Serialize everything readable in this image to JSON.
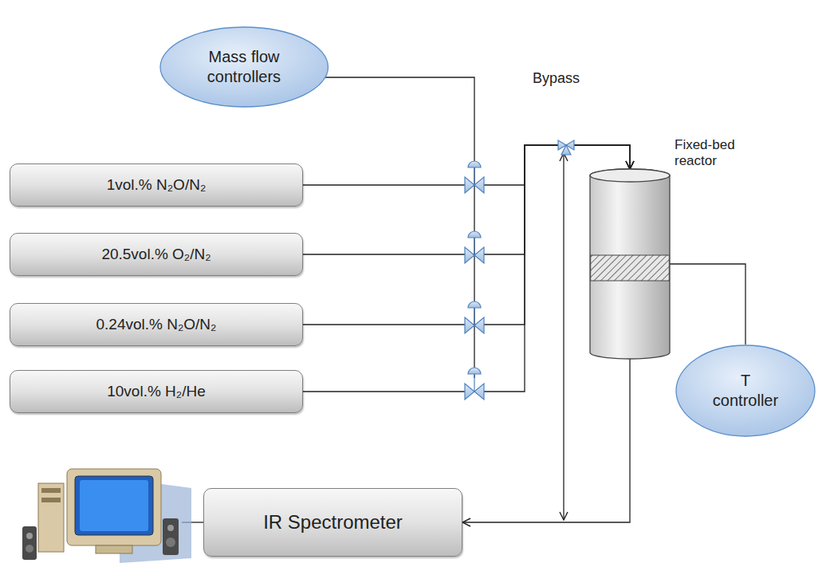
{
  "diagram": {
    "nodes": [
      {
        "text": [
          "Mass flow controllers"
        ]
      },
      {
        "text": [
          "1vol.% N₂O/N₂"
        ]
      },
      {
        "text": [
          "20.5vol.% O₂/N₂"
        ]
      },
      {
        "text": [
          "0.24vol.% N₂O/N₂"
        ]
      },
      {
        "text": [
          "10vol.% H₂/He"
        ]
      },
      {
        "text": [
          "Fixed-bed reactor"
        ]
      },
      {
        "text": [
          "T controller"
        ]
      },
      {
        "text": [
          "IR Spectrometer"
        ]
      }
    ],
    "edges": [
      {
        "from": 1,
        "to": 5,
        "arrow": "to"
      },
      {
        "from": 2,
        "to": 5,
        "arrow": "to"
      },
      {
        "from": 3,
        "to": 5,
        "arrow": "to"
      },
      {
        "from": 4,
        "to": 5,
        "arrow": "to"
      },
      {
        "from": 5,
        "to": 7,
        "arrow": "to"
      },
      {
        "from": 5,
        "to": 6,
        "arrow": "none"
      }
    ],
    "labels": [
      "Bypass"
    ]
  }
}
